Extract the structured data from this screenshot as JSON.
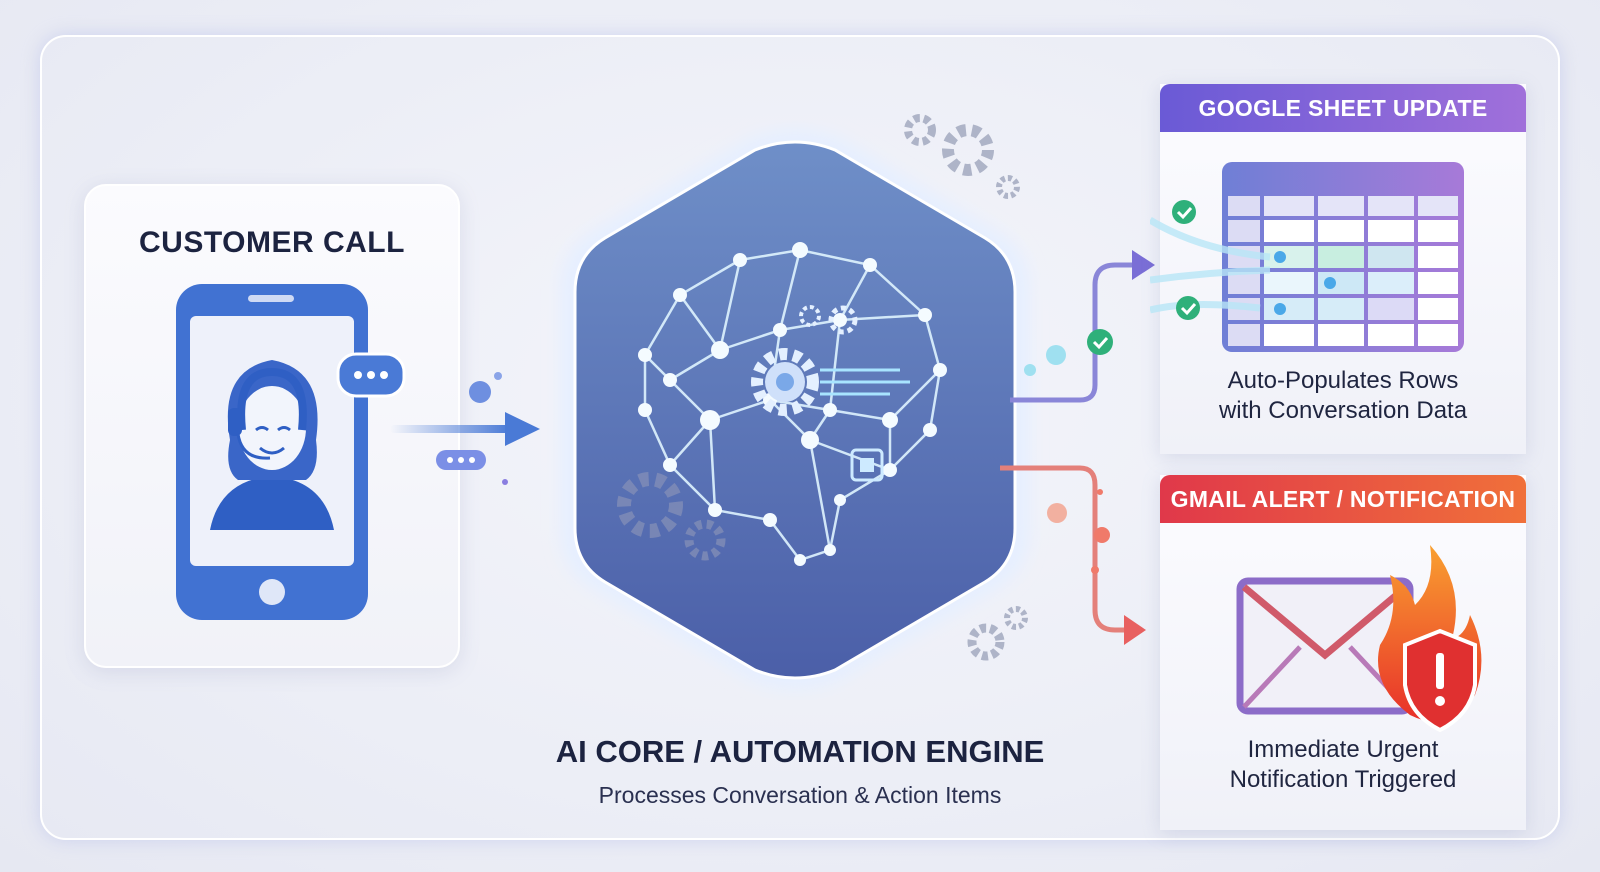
{
  "customer_call": {
    "title": "CUSTOMER CALL"
  },
  "engine": {
    "title": "AI CORE / AUTOMATION ENGINE",
    "subtitle": "Processes Conversation & Action Items"
  },
  "sheet": {
    "header": "GOOGLE SHEET UPDATE",
    "caption_line1": "Auto-Populates Rows",
    "caption_line2": "with Conversation Data"
  },
  "gmail": {
    "header": "GMAIL ALERT / NOTIFICATION",
    "caption_line1": "Immediate Urgent",
    "caption_line2": "Notification Triggered"
  },
  "colors": {
    "sheet_accent": "#7a62d8",
    "alert_accent": "#e8463e",
    "phone_blue": "#3f6fd0",
    "text_dark": "#1c2340"
  }
}
